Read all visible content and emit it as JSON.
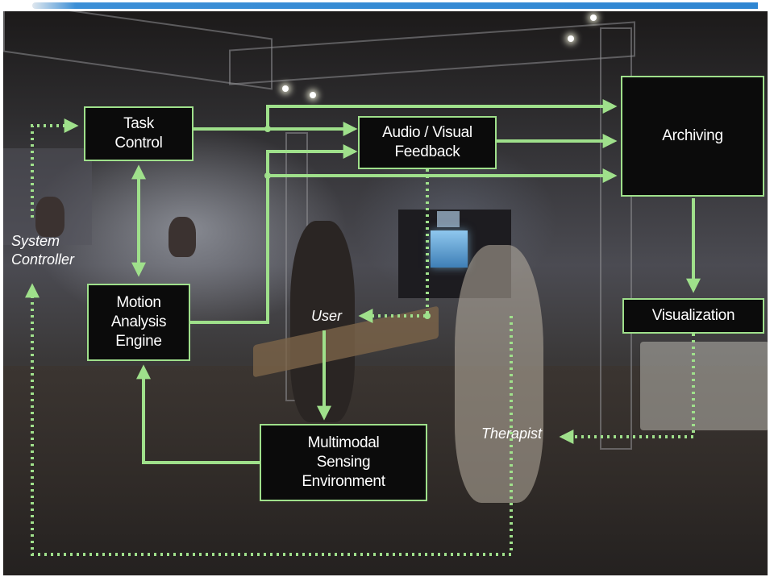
{
  "diagram": {
    "nodes": {
      "task_control": "Task\nControl",
      "audio_visual_feedback": "Audio / Visual\nFeedback",
      "archiving": "Archiving",
      "motion_analysis_engine": "Motion\nAnalysis\nEngine",
      "visualization": "Visualization",
      "multimodal_sensing_environment": "Multimodal\nSensing\nEnvironment"
    },
    "labels": {
      "system_controller": "System\nController",
      "user": "User",
      "therapist": "Therapist"
    },
    "colors": {
      "arrow": "#9fe08b",
      "box_fill": "#0b0b0b",
      "box_border": "#9fe08b",
      "text": "#ffffff"
    }
  }
}
